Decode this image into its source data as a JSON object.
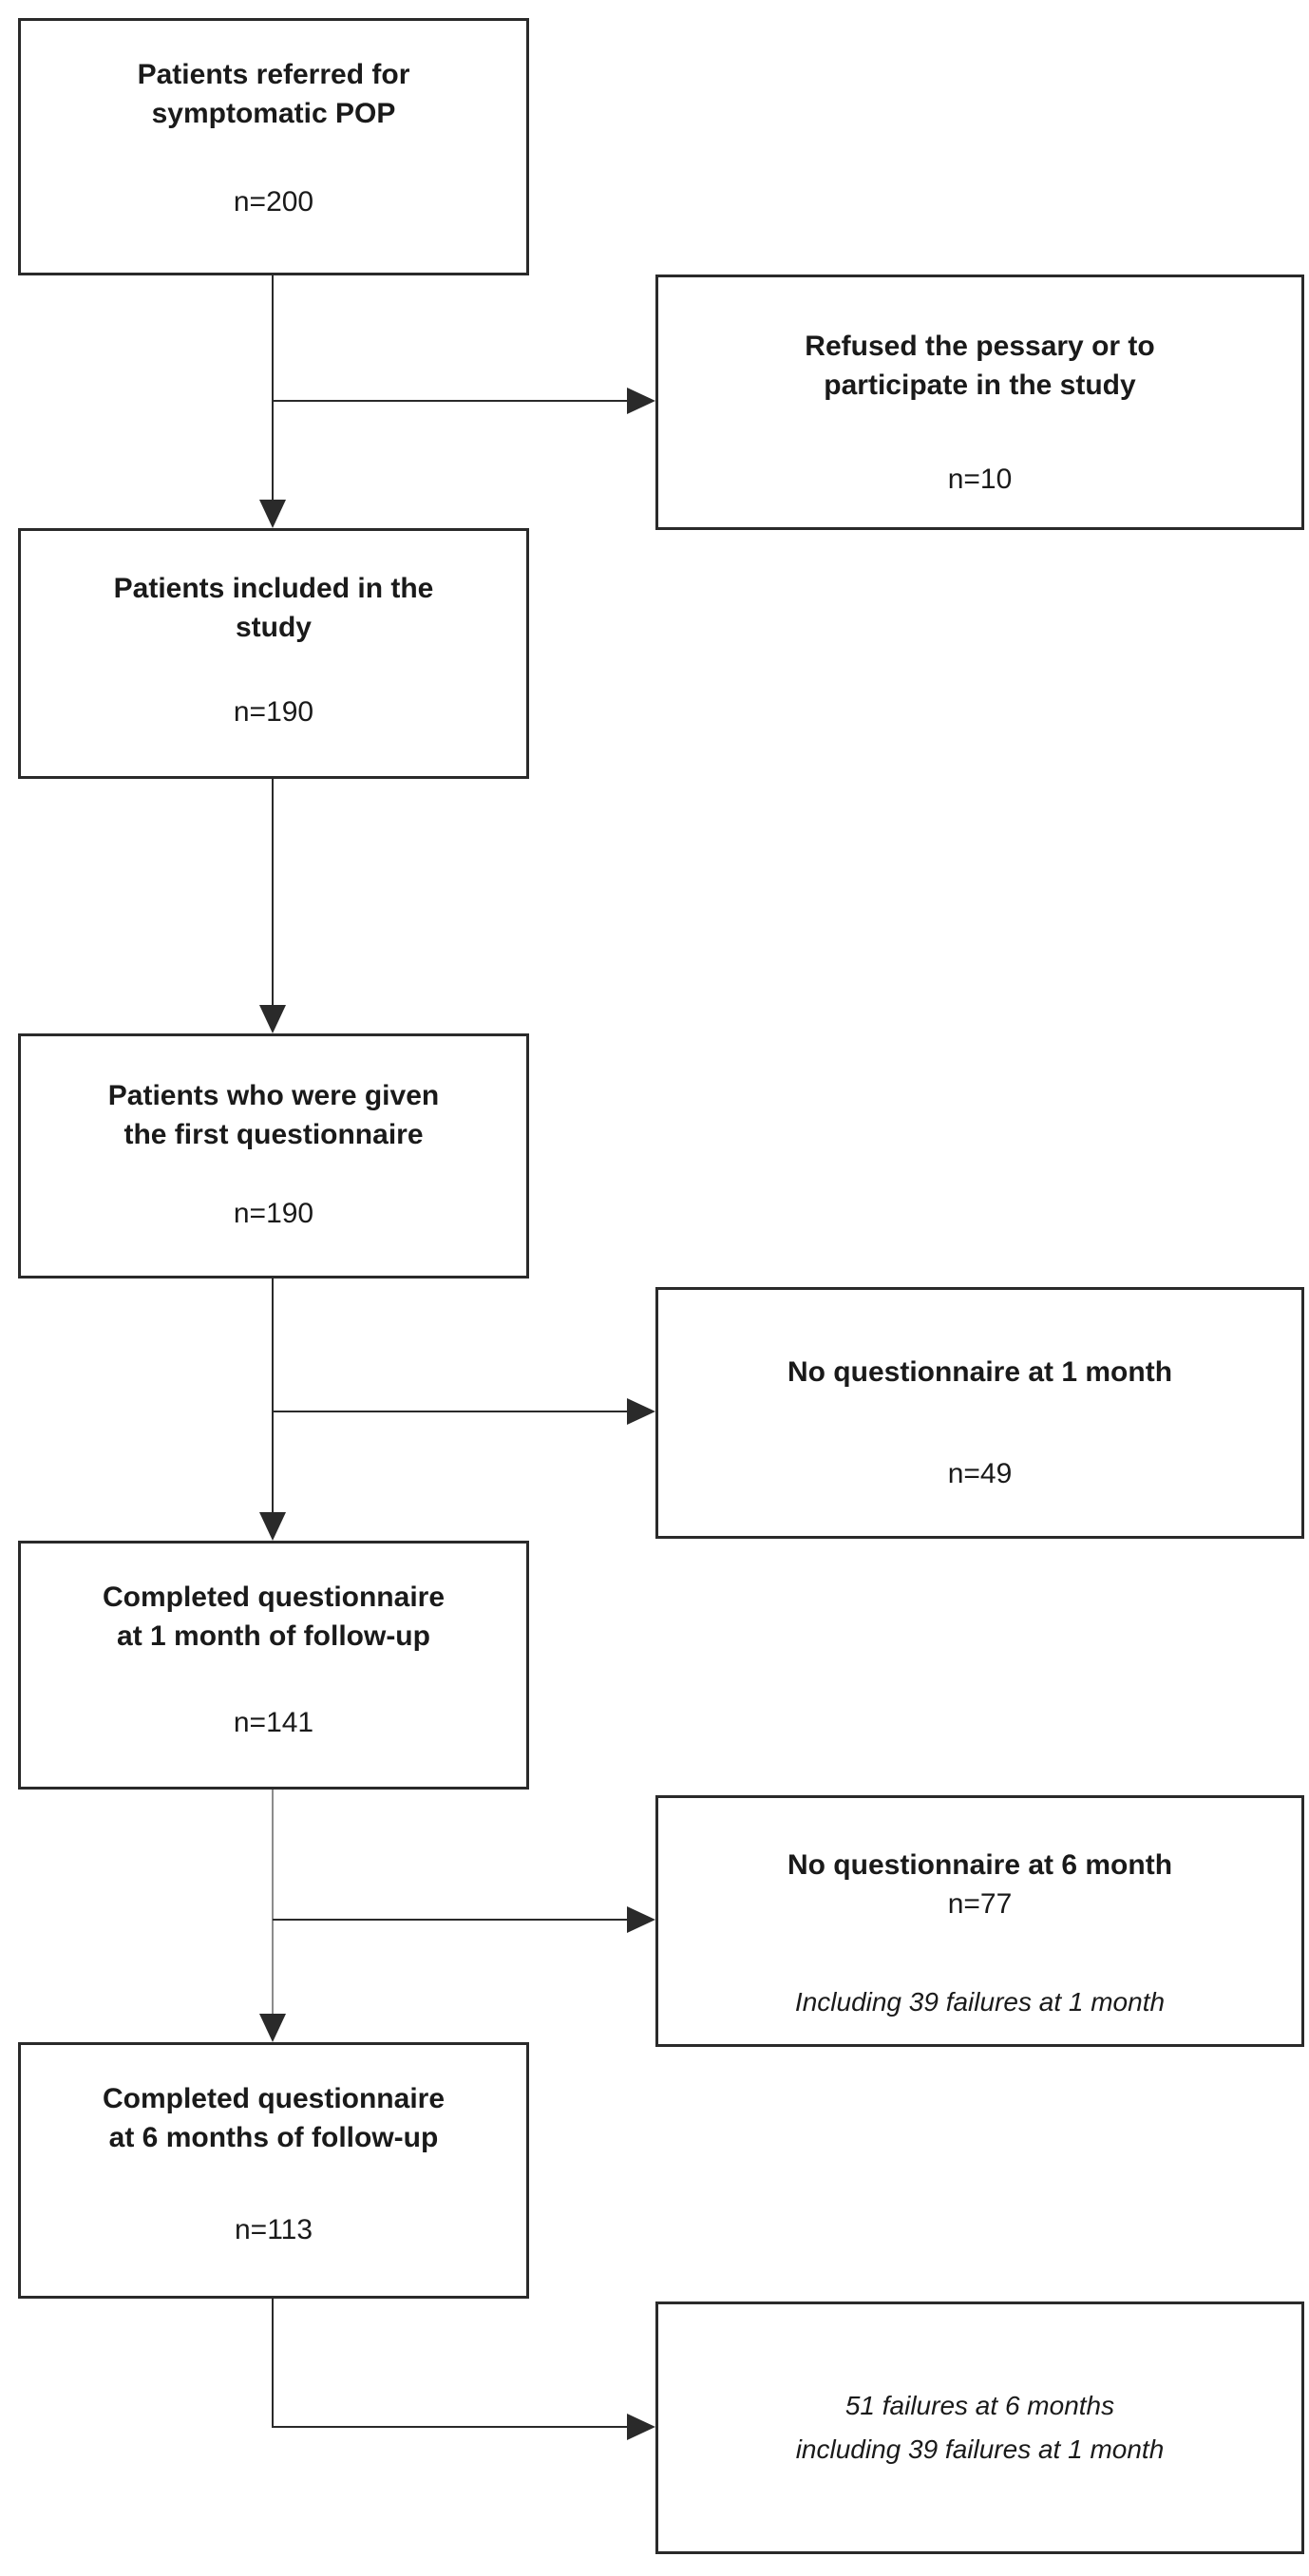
{
  "colors": {
    "background": "#ffffff",
    "box_border": "#2a2a2a",
    "text": "#1a1a1a",
    "connector": "#2a2a2a",
    "connector_muted": "#8c8c8c"
  },
  "flowchart": {
    "main_boxes": [
      {
        "lines": [
          "Patients referred for",
          "symptomatic POP"
        ],
        "value": "n=200"
      },
      {
        "lines": [
          "Patients included in the",
          "study"
        ],
        "value": "n=190"
      },
      {
        "lines": [
          "Patients who were given",
          "the first questionnaire"
        ],
        "value": "n=190"
      },
      {
        "lines": [
          "Completed questionnaire",
          "at 1 month of follow-up"
        ],
        "value": "n=141"
      },
      {
        "lines": [
          "Completed questionnaire",
          "at 6 months of follow-up"
        ],
        "value": "n=113"
      }
    ],
    "side_boxes": [
      {
        "lines": [
          "Refused the pessary or to",
          "participate in the study"
        ],
        "value": "n=10"
      },
      {
        "lines": [
          "No questionnaire at 1 month"
        ],
        "value": "n=49"
      },
      {
        "lines": [
          "No questionnaire at 6 month"
        ],
        "value": "n=77",
        "note": "Including 39 failures at 1 month"
      },
      {
        "note_lines": [
          "51 failures at 6 months",
          "including 39 failures at 1 month"
        ]
      }
    ]
  }
}
